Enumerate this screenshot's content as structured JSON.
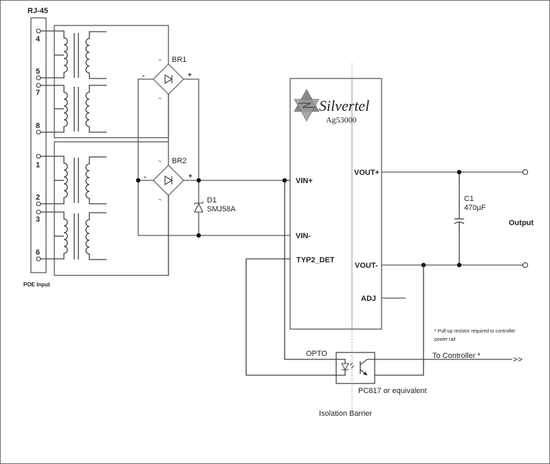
{
  "connector": {
    "title": "RJ-45",
    "caption": "POE Input",
    "pins": [
      "4",
      "5",
      "7",
      "8",
      "1",
      "2",
      "3",
      "6"
    ]
  },
  "bridges": [
    {
      "ref": "BR1",
      "minus": "-",
      "plus": "+",
      "ac": "~"
    },
    {
      "ref": "BR2",
      "minus": "-",
      "plus": "+",
      "ac": "~"
    }
  ],
  "diode": {
    "ref": "D1",
    "part": "SMJ58A"
  },
  "module": {
    "brand": "Silvertel",
    "part": "Ag53000",
    "pins_left": [
      "VIN+",
      "VIN-",
      "TYP2_DET"
    ],
    "pins_right": [
      "VOUT+",
      "VOUT-",
      "ADJ"
    ]
  },
  "capacitor": {
    "ref": "C1",
    "value": "470µF"
  },
  "output_label": "Output",
  "opto": {
    "label": "OPTO",
    "part": "PC817 or equivalent"
  },
  "controller": {
    "label": "To Controller *",
    "arrow": ">>"
  },
  "note": {
    "line1": "* Pull-up resistor required to controller",
    "line2": "power rail"
  },
  "isolation_label": "Isolation Barrier",
  "colors": {
    "wire": "#3a3a3a",
    "logo": "#8a8a8a",
    "isolation": "#aaaaaa"
  }
}
